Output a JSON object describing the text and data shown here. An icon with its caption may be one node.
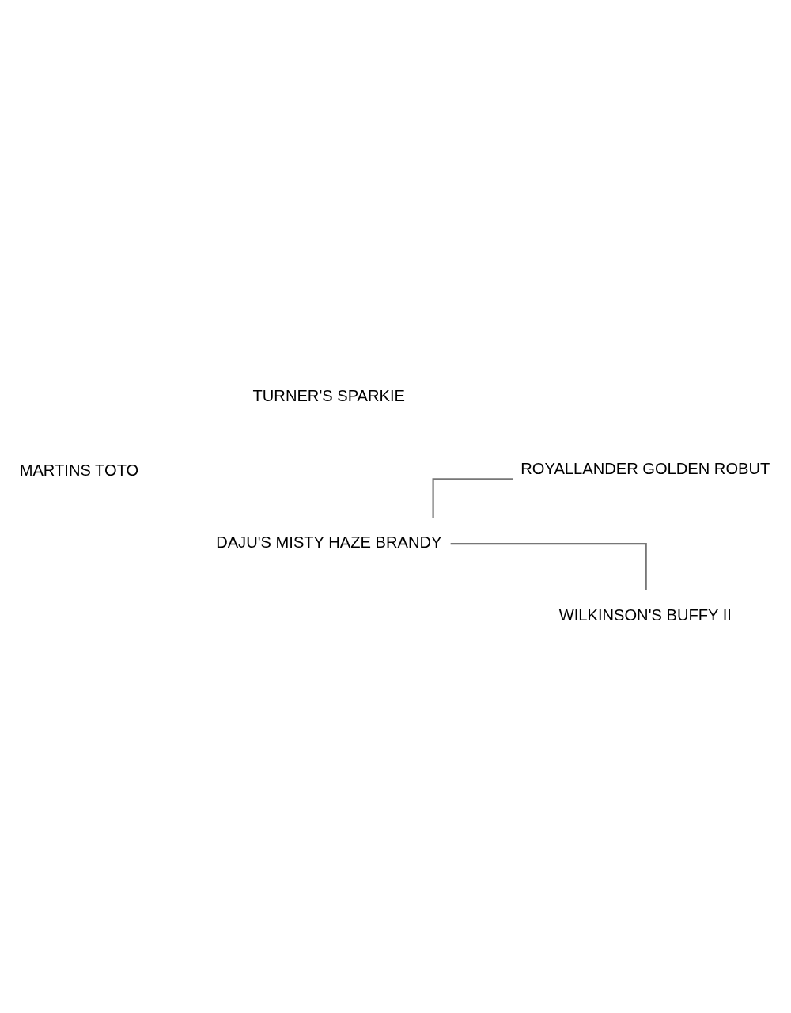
{
  "diagram": {
    "nodes": [
      {
        "text": [
          "MARTINS TOTO"
        ]
      },
      {
        "text": [
          "TURNER'S SPARKIE"
        ]
      },
      {
        "text": [
          "DAJU'S MISTY HAZE BRANDY"
        ]
      },
      {
        "text": [
          "ROYALLANDER GOLDEN ROBUT"
        ]
      },
      {
        "text": [
          "WILKINSON'S BUFFY II"
        ]
      }
    ],
    "edges": [
      {
        "from": 2,
        "to": 3,
        "arrow": "none"
      },
      {
        "from": 2,
        "to": 4,
        "arrow": "none"
      }
    ]
  }
}
